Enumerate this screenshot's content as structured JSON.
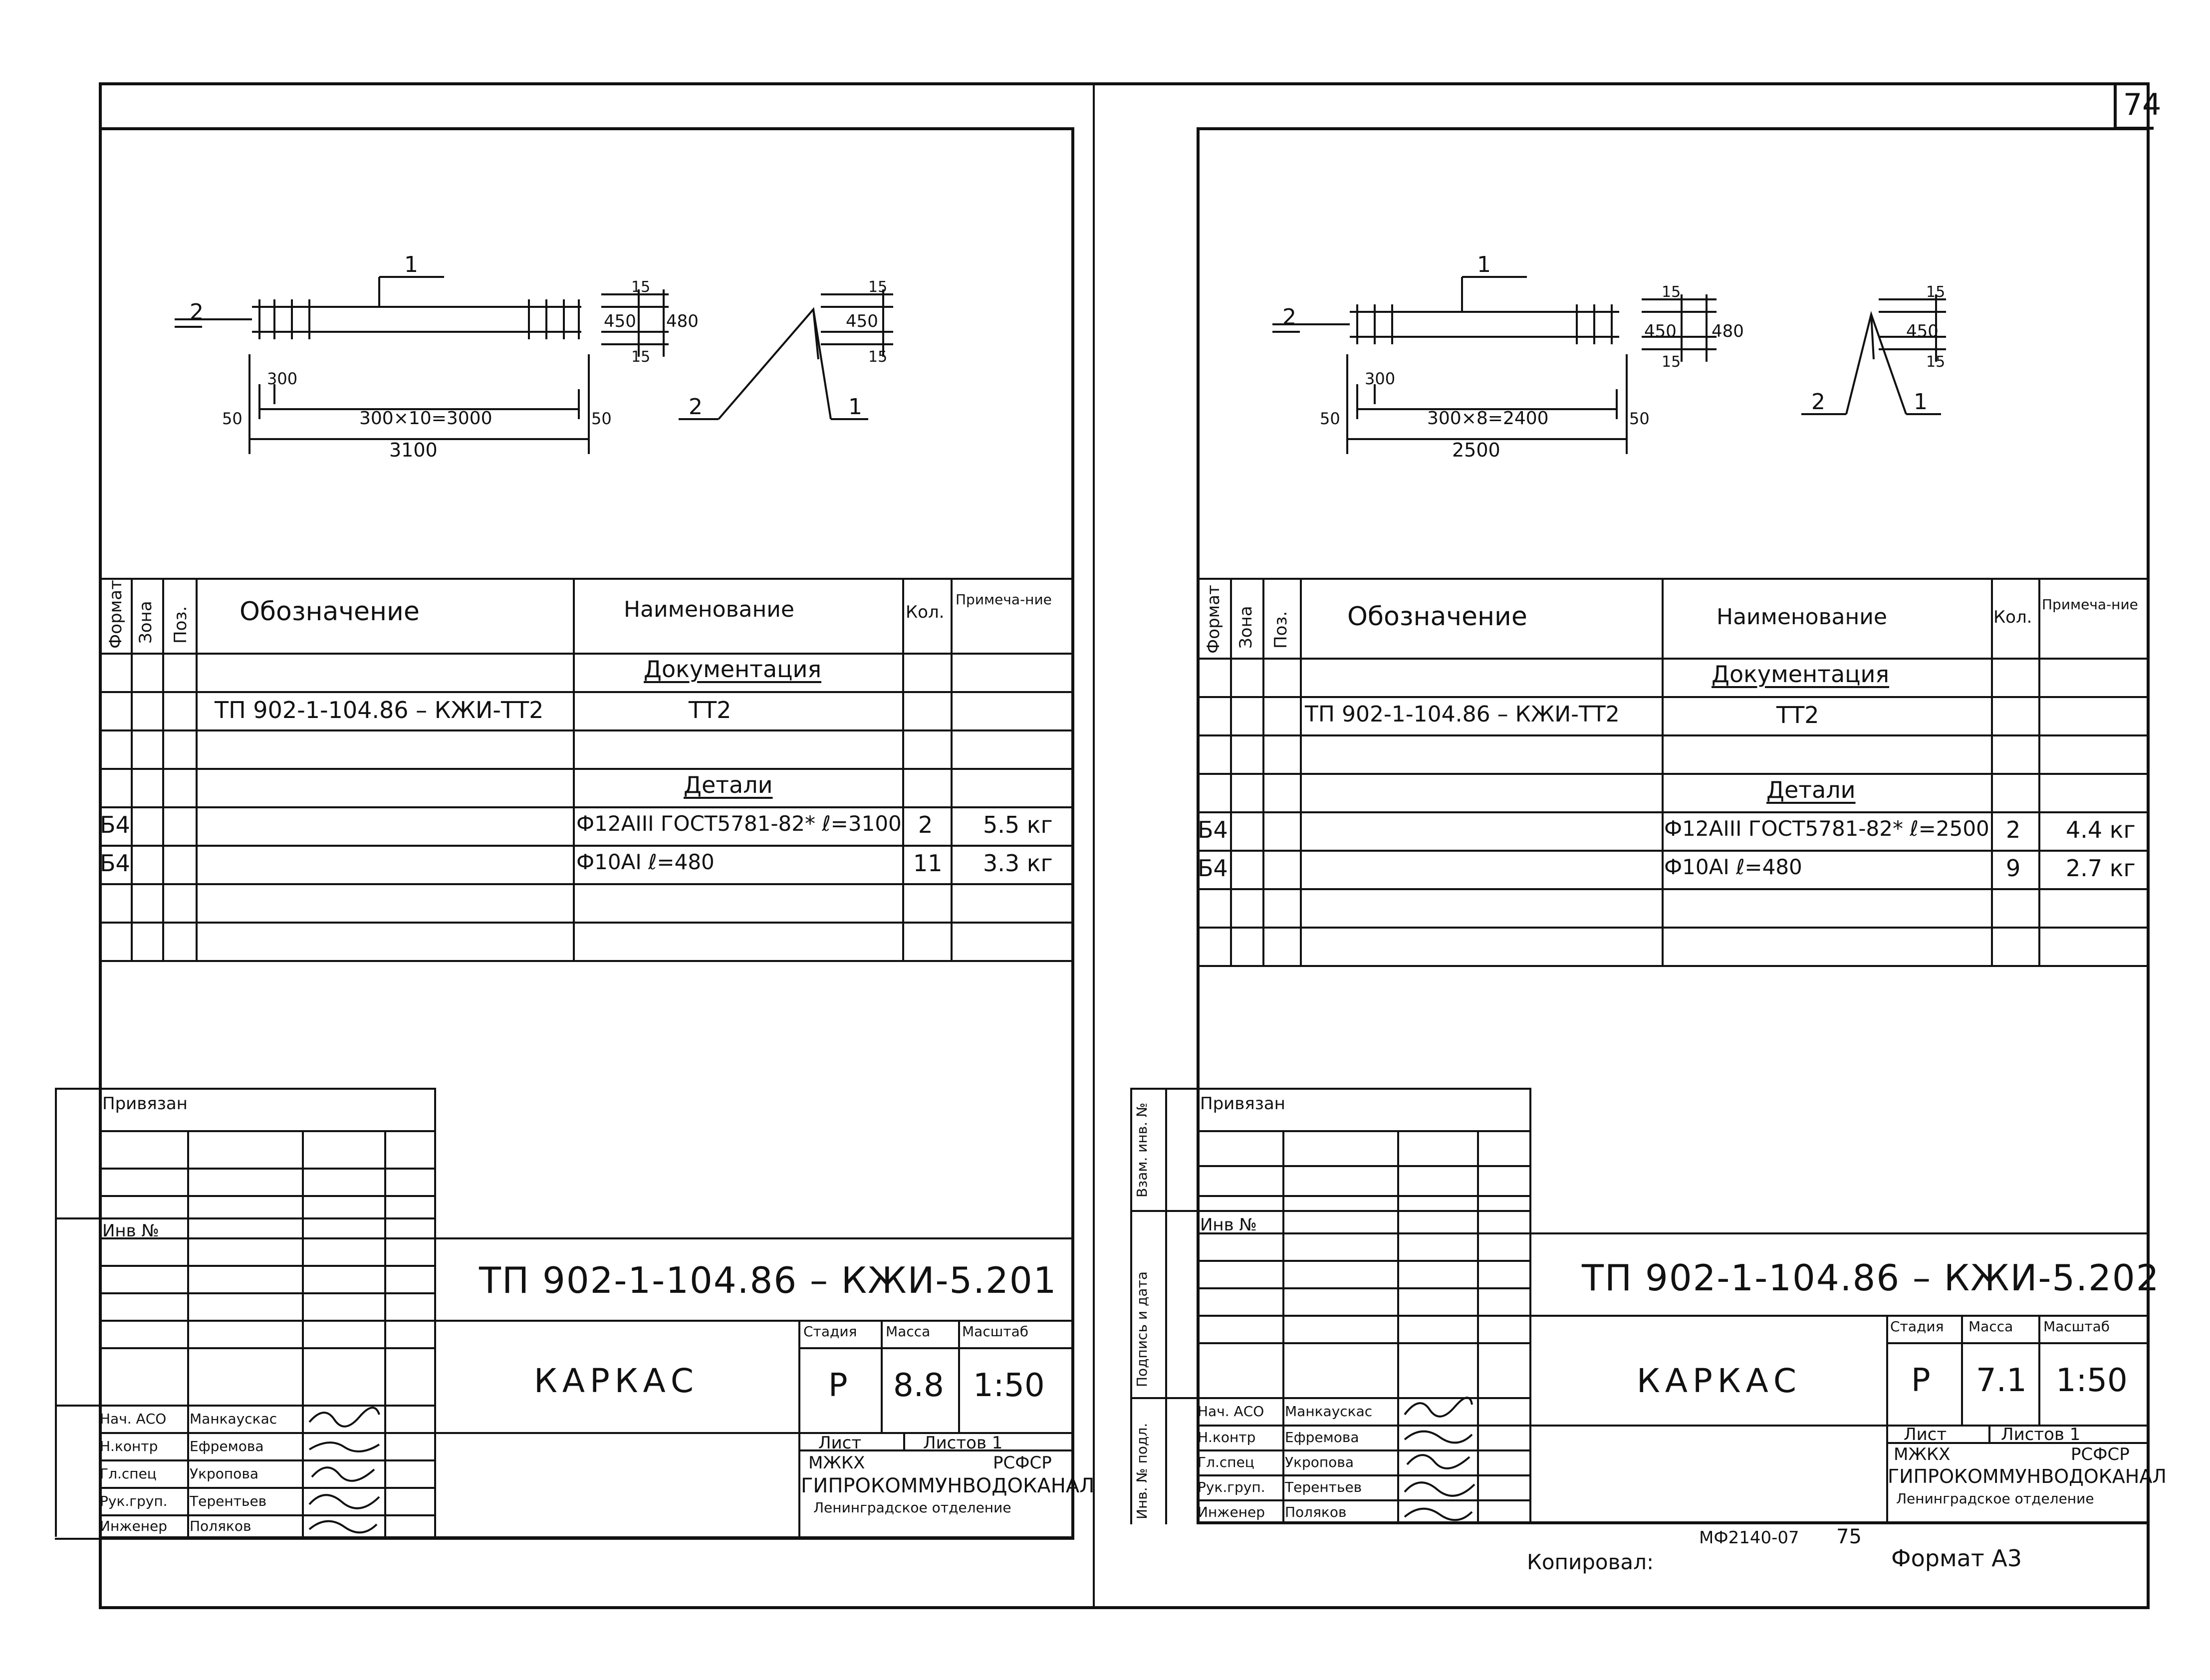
{
  "page_number": "74",
  "left_sheet": {
    "designation": "ТП 902-1-104.86 – КЖИ-5.201",
    "title": "КАРКАС",
    "stage_header": "Стадия",
    "mass_header": "Масса",
    "scale_header": "Масштаб",
    "stage": "Р",
    "mass": "8.8",
    "scale": "1:50",
    "sheet_label": "Лист",
    "sheets_label": "Листов 1",
    "org_line1": "МЖКХ",
    "org_line2": "РСФСР",
    "org_name": "ГИПРОКОММУНВОДОКАНАЛ",
    "org_branch": "Ленинградское отделение",
    "drawing": {
      "pos_1": "1",
      "pos_2": "2",
      "dim_300": "300",
      "dim_span": "300×10=3000",
      "dim_total": "3100",
      "dim_50a": "50",
      "dim_50b": "50",
      "dim_15a": "15",
      "dim_450": "450",
      "dim_480": "480",
      "dim_15b": "15",
      "sec_15a": "15",
      "sec_450": "450",
      "sec_15b": "15",
      "sec_1": "1",
      "sec_2": "2"
    },
    "spec": {
      "headers": {
        "format": "Формат",
        "zone": "Зона",
        "pos": "Поз.",
        "designation": "Обозначение",
        "name": "Наименование",
        "qty": "Кол.",
        "note": "Примеча-ние"
      },
      "section_docs": "Документация",
      "doc_designation": "ТП 902-1-104.86 – КЖИ-ТТ2",
      "doc_name": "ТТ2",
      "section_details": "Детали",
      "rows": [
        {
          "format": "Б4",
          "name": "Ф12АIII ГОСТ5781-82* ℓ=3100",
          "qty": "2",
          "note": "5.5 кг"
        },
        {
          "format": "Б4",
          "name": "Ф10АI ℓ=480",
          "qty": "11",
          "note": "3.3 кг"
        }
      ]
    },
    "stamp": {
      "privyazan": "Привязан",
      "inv_no": "Инв №",
      "roles": [
        "Нач. АСО",
        "Н.контр",
        "Гл.спец",
        "Рук.груп.",
        "Инженер"
      ],
      "names": [
        "Манкаускас",
        "Ефремова",
        "Укропова",
        "Терентьев",
        "Поляков"
      ]
    }
  },
  "right_sheet": {
    "designation": "ТП 902-1-104.86 – КЖИ-5.202",
    "title": "КАРКАС",
    "stage_header": "Стадия",
    "mass_header": "Масса",
    "scale_header": "Масштаб",
    "stage": "Р",
    "mass": "7.1",
    "scale": "1:50",
    "sheet_label": "Лист",
    "sheets_label": "Листов 1",
    "org_line1": "МЖКХ",
    "org_line2": "РСФСР",
    "org_name": "ГИПРОКОММУНВОДОКАНАЛ",
    "org_branch": "Ленинградское отделение",
    "drawing": {
      "pos_1": "1",
      "pos_2": "2",
      "dim_300": "300",
      "dim_span": "300×8=2400",
      "dim_total": "2500",
      "dim_50a": "50",
      "dim_50b": "50",
      "dim_15a": "15",
      "dim_450": "450",
      "dim_480": "480",
      "dim_15b": "15",
      "sec_15a": "15",
      "sec_450": "450",
      "sec_15b": "15",
      "sec_1": "1",
      "sec_2": "2"
    },
    "spec": {
      "headers": {
        "format": "Формат",
        "zone": "Зона",
        "pos": "Поз.",
        "designation": "Обозначение",
        "name": "Наименование",
        "qty": "Кол.",
        "note": "Примеча-ние"
      },
      "section_docs": "Документация",
      "doc_designation": "ТП 902-1-104.86 – КЖИ-ТТ2",
      "doc_name": "ТТ2",
      "section_details": "Детали",
      "rows": [
        {
          "format": "Б4",
          "name": "Ф12АIII ГОСТ5781-82* ℓ=2500",
          "qty": "2",
          "note": "4.4 кг"
        },
        {
          "format": "Б4",
          "name": "Ф10АI ℓ=480",
          "qty": "9",
          "note": "2.7 кг"
        }
      ]
    },
    "stamp": {
      "privyazan": "Привязан",
      "inv_no": "Инв №",
      "roles": [
        "Нач. АСО",
        "Н.контр",
        "Гл.спец",
        "Рук.груп.",
        "Инженер"
      ],
      "names": [
        "Манкаускас",
        "Ефремова",
        "Укропова",
        "Терентьев",
        "Поляков"
      ]
    },
    "side_labels": {
      "vzam": "Взам. инв. №",
      "podpis": "Подпись и дата",
      "inv_podl": "Инв. № подл."
    }
  },
  "footer": {
    "copied": "Копировал:",
    "code": "МФ2140-07",
    "num": "75",
    "format": "Формат А3"
  }
}
